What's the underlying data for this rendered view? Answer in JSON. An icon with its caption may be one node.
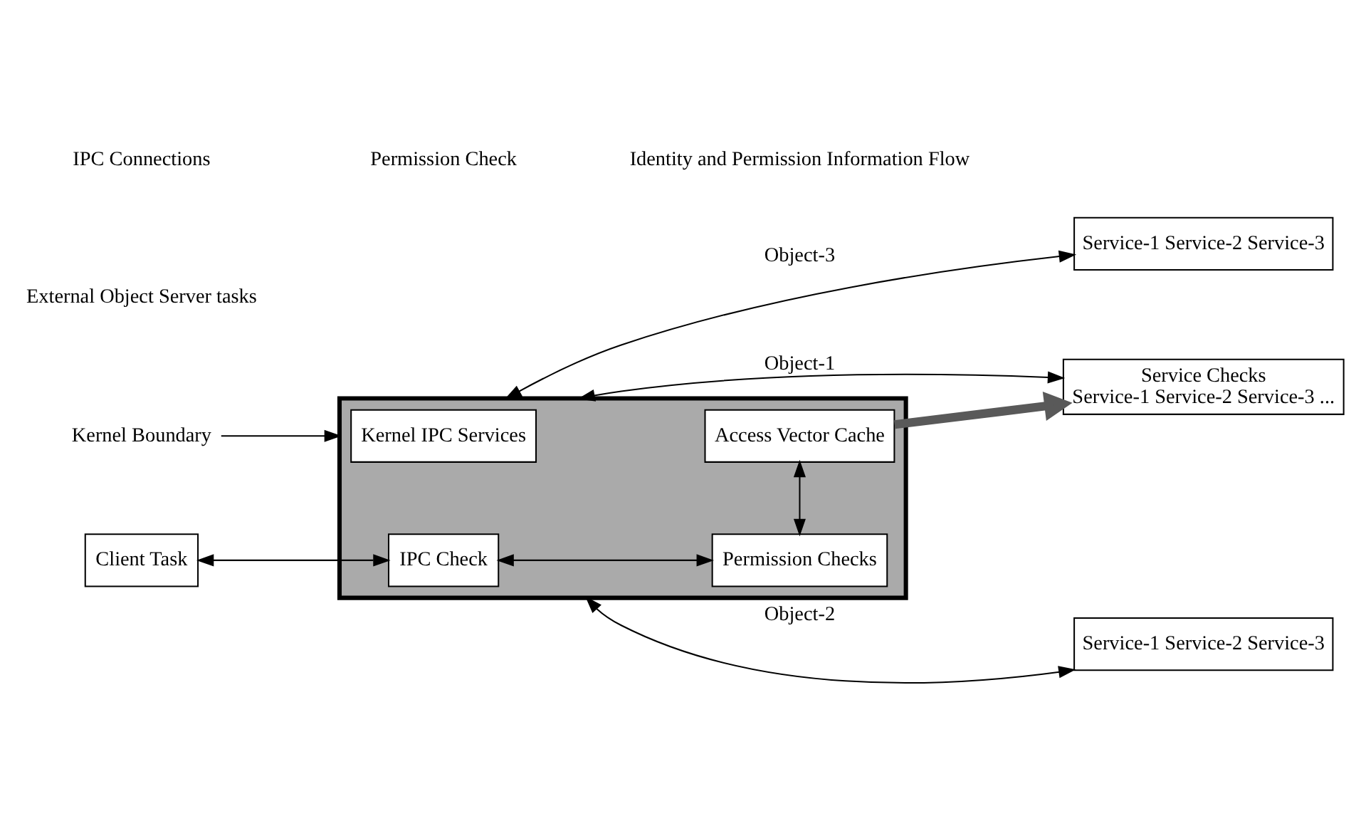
{
  "diagram": {
    "nodes": [
      {
        "text": [],
        "shape": "box"
      },
      {
        "text": [
          "Kernel Boundary"
        ]
      },
      {
        "text": [
          "Client Task"
        ]
      },
      {
        "text": [
          "Kernel IPC Services"
        ],
        "in": 0
      },
      {
        "text": [
          "IPC Check"
        ],
        "in": 0
      },
      {
        "text": [
          "Permission Checks"
        ],
        "in": 0
      },
      {
        "text": [
          "Access Vector Cache"
        ],
        "in": 0
      },
      {
        "text": [
          "Service-1 Service-2 Service-3"
        ]
      },
      {
        "text": [
          "Service-1 Service-2 Service-3"
        ]
      },
      {
        "text": [
          "Service Checks",
          "Service-1 Service-2 Service-3 ..."
        ]
      }
    ],
    "edges": [
      {
        "from": 1,
        "to": 0,
        "arrow": "to"
      },
      {
        "from": 2,
        "to": 4,
        "arrow": "both"
      },
      {
        "from": 0,
        "to": 7,
        "arrow": "both",
        "label": "Object-3"
      },
      {
        "from": 0,
        "to": 8,
        "arrow": "both",
        "label": "Object-2"
      },
      {
        "from": 0,
        "to": 9,
        "arrow": "both",
        "label": "Object-1"
      },
      {
        "from": 4,
        "to": 5,
        "arrow": "both"
      },
      {
        "from": 5,
        "to": 6,
        "arrow": "both"
      },
      {
        "from": 6,
        "to": 9,
        "arrow": "to",
        "style": "thick",
        "color": "#595959"
      }
    ],
    "labels": [
      "External Object Server tasks"
    ],
    "legend": [
      {
        "text": "IPC Connections"
      },
      {
        "text": "Permission Check"
      },
      {
        "text": "Identity and Permission Information Flow"
      }
    ]
  }
}
